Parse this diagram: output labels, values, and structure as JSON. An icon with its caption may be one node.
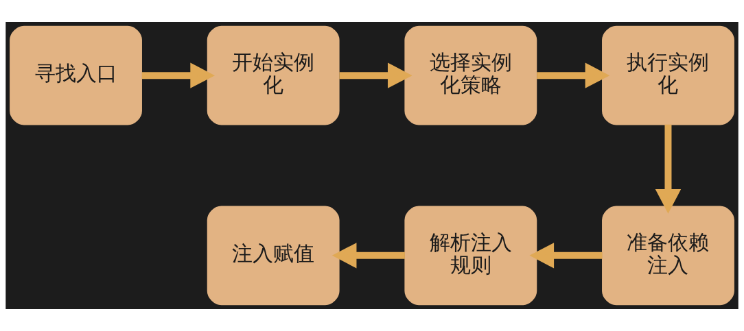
{
  "diagram": {
    "nodes": [
      {
        "text": [
          "寻找入口"
        ]
      },
      {
        "text": [
          "开始实例化"
        ]
      },
      {
        "text": [
          "选择实例化策略"
        ]
      },
      {
        "text": [
          "执行实例化"
        ]
      },
      {
        "text": [
          "准备依赖注入"
        ]
      },
      {
        "text": [
          "解析注入规则"
        ]
      },
      {
        "text": [
          "注入赋值"
        ]
      }
    ],
    "edges": [
      {
        "from": 0,
        "to": 1,
        "arrow": "to"
      },
      {
        "from": 1,
        "to": 2,
        "arrow": "to"
      },
      {
        "from": 2,
        "to": 3,
        "arrow": "to"
      },
      {
        "from": 3,
        "to": 4,
        "arrow": "to"
      },
      {
        "from": 4,
        "to": 5,
        "arrow": "to"
      },
      {
        "from": 5,
        "to": 6,
        "arrow": "to"
      }
    ]
  }
}
